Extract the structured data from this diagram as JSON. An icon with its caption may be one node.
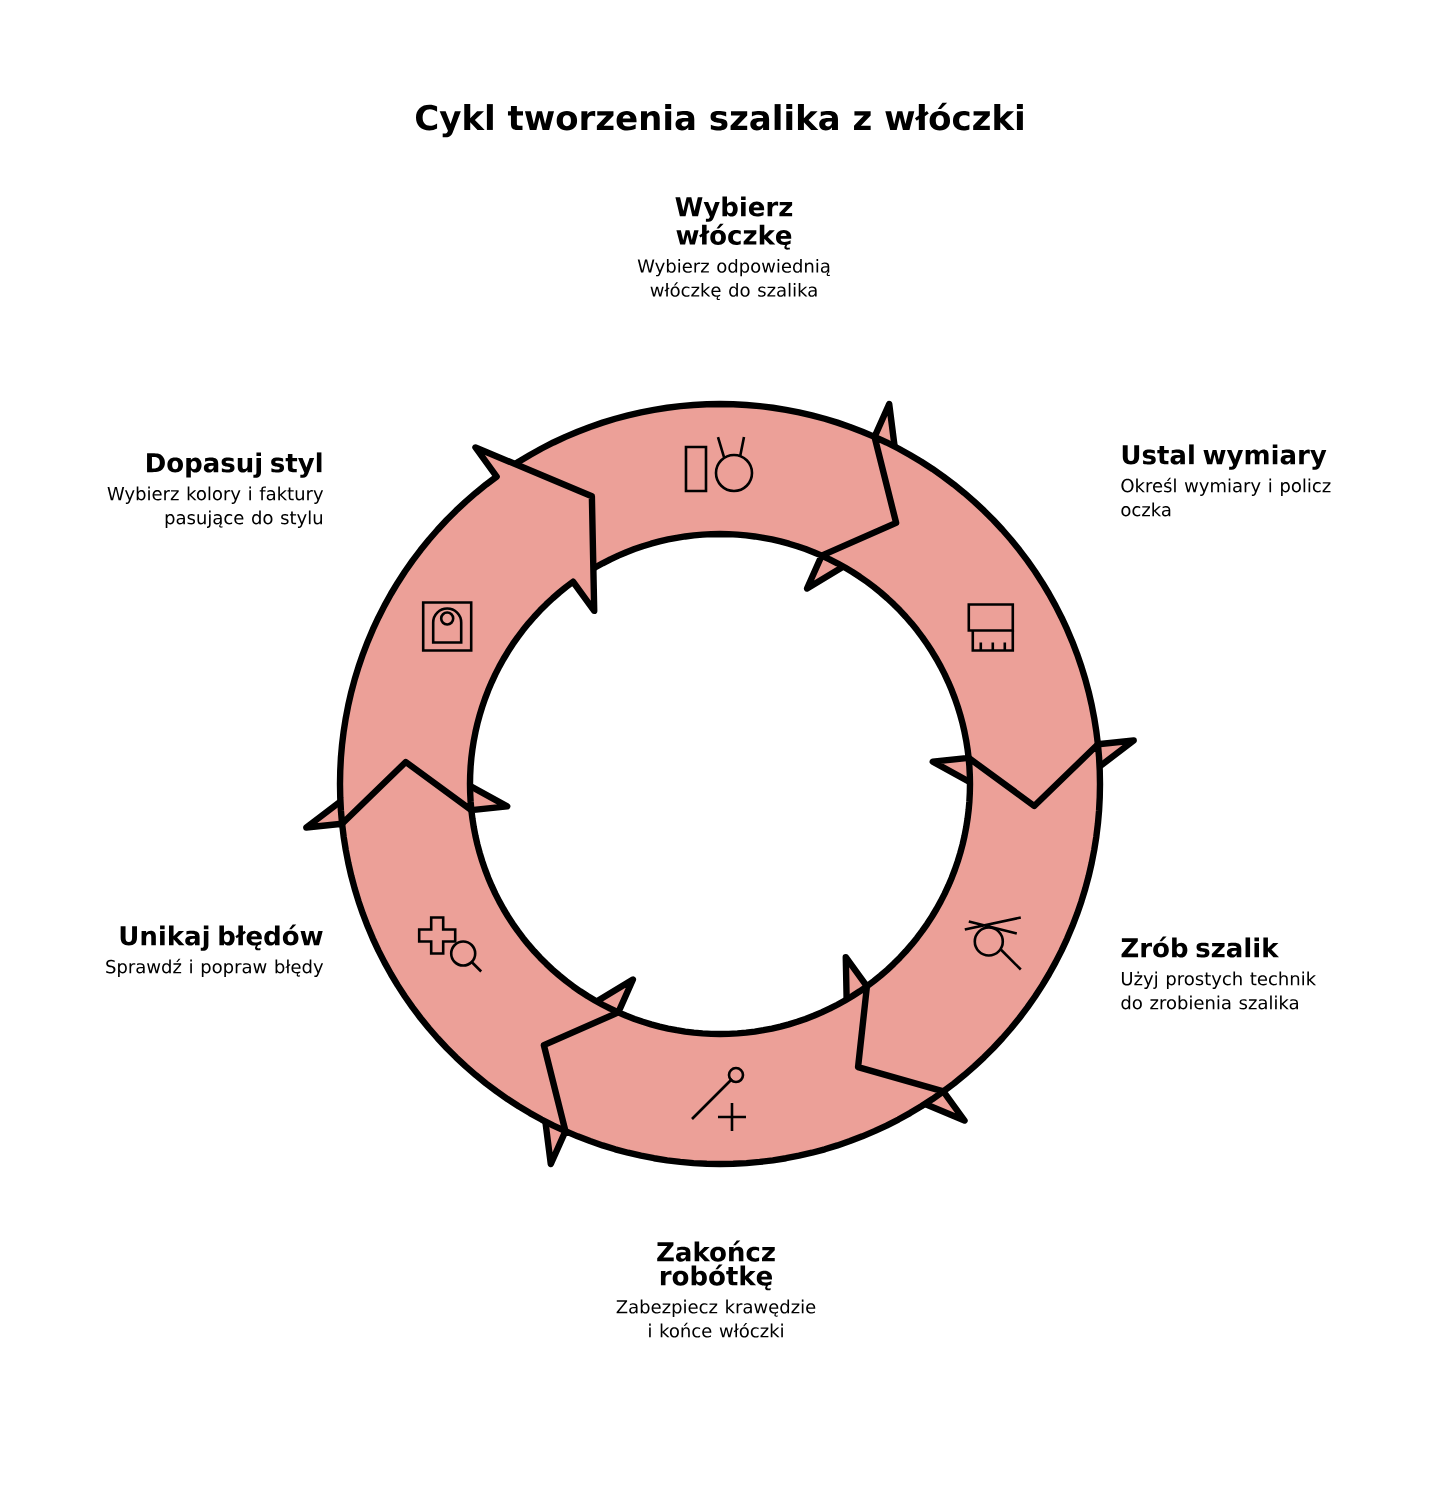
{
  "diagram": {
    "title": "Cykl tworzenia szalika z włóczki",
    "nodes": [
      {
        "text": [
          "Wybierz włóczkę",
          "Wybierz odpowiednią włóczkę do szalika"
        ]
      },
      {
        "text": [
          "Ustal wymiary",
          "Określ wymiary i policz oczka"
        ]
      },
      {
        "text": [
          "Zrób szalik",
          "Użyj prostych technik do zrobienia szalika"
        ]
      },
      {
        "text": [
          "Zakończ robótkę",
          "Zabezpiecz krawędzie i końce włóczki"
        ]
      },
      {
        "text": [
          "Unikaj błędów",
          "Sprawdź i popraw błędy"
        ]
      },
      {
        "text": [
          "Dopasuj styl",
          "Wybierz kolory i faktury pasujące do stylu"
        ]
      }
    ]
  }
}
